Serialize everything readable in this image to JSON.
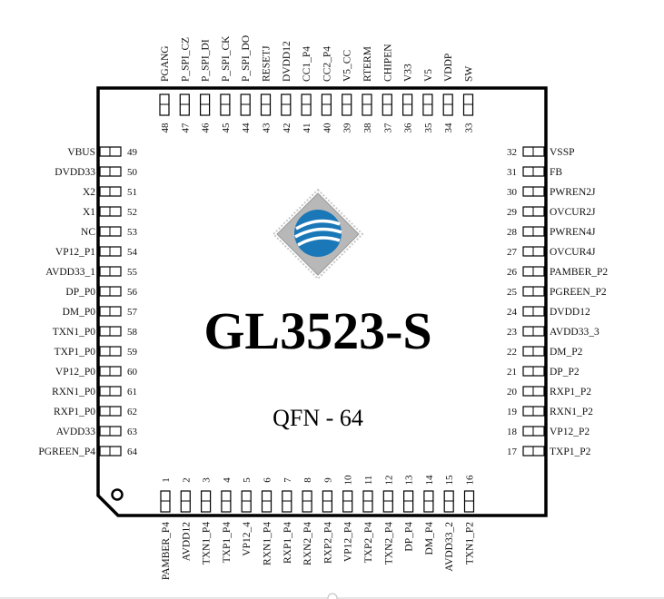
{
  "chip": {
    "part_number": "GL3523-S",
    "package": "QFN - 64"
  },
  "colors": {
    "outline": "#000000",
    "logo_diamond": "#b8b8b8",
    "logo_globe": "#1a77b8"
  },
  "pins": {
    "left": [
      {
        "num": "49",
        "label": "VBUS"
      },
      {
        "num": "50",
        "label": "DVDD33"
      },
      {
        "num": "51",
        "label": "X2"
      },
      {
        "num": "52",
        "label": "X1"
      },
      {
        "num": "53",
        "label": "NC"
      },
      {
        "num": "54",
        "label": "VP12_P1"
      },
      {
        "num": "55",
        "label": "AVDD33_1"
      },
      {
        "num": "56",
        "label": "DP_P0"
      },
      {
        "num": "57",
        "label": "DM_P0"
      },
      {
        "num": "58",
        "label": "TXN1_P0"
      },
      {
        "num": "59",
        "label": "TXP1_P0"
      },
      {
        "num": "60",
        "label": "VP12_P0"
      },
      {
        "num": "61",
        "label": "RXN1_P0"
      },
      {
        "num": "62",
        "label": "RXP1_P0"
      },
      {
        "num": "63",
        "label": "AVDD33"
      },
      {
        "num": "64",
        "label": "PGREEN_P4"
      }
    ],
    "right": [
      {
        "num": "32",
        "label": "VSSP"
      },
      {
        "num": "31",
        "label": "FB"
      },
      {
        "num": "30",
        "label": "PWREN2J"
      },
      {
        "num": "29",
        "label": "OVCUR2J"
      },
      {
        "num": "28",
        "label": "PWREN4J"
      },
      {
        "num": "27",
        "label": "OVCUR4J"
      },
      {
        "num": "26",
        "label": "PAMBER_P2"
      },
      {
        "num": "25",
        "label": "PGREEN_P2"
      },
      {
        "num": "24",
        "label": "DVDD12"
      },
      {
        "num": "23",
        "label": "AVDD33_3"
      },
      {
        "num": "22",
        "label": "DM_P2"
      },
      {
        "num": "21",
        "label": "DP_P2"
      },
      {
        "num": "20",
        "label": "RXP1_P2"
      },
      {
        "num": "19",
        "label": "RXN1_P2"
      },
      {
        "num": "18",
        "label": "VP12_P2"
      },
      {
        "num": "17",
        "label": "TXP1_P2"
      }
    ],
    "top": [
      {
        "num": "48",
        "label": "PGANG"
      },
      {
        "num": "47",
        "label": "P_SPI_CZ"
      },
      {
        "num": "46",
        "label": "P_SPI_DI"
      },
      {
        "num": "45",
        "label": "P_SPI_CK"
      },
      {
        "num": "44",
        "label": "P_SPI_DO"
      },
      {
        "num": "43",
        "label": "RESETJ"
      },
      {
        "num": "42",
        "label": "DVDD12"
      },
      {
        "num": "41",
        "label": "CC1_P4"
      },
      {
        "num": "40",
        "label": "CC2_P4"
      },
      {
        "num": "39",
        "label": "V5_CC"
      },
      {
        "num": "38",
        "label": "RTERM"
      },
      {
        "num": "37",
        "label": "CHIPEN"
      },
      {
        "num": "36",
        "label": "V33"
      },
      {
        "num": "35",
        "label": "V5"
      },
      {
        "num": "34",
        "label": "VDDP"
      },
      {
        "num": "33",
        "label": "SW"
      }
    ],
    "bottom": [
      {
        "num": "1",
        "label": "PAMBER_P4"
      },
      {
        "num": "2",
        "label": "AVDD12"
      },
      {
        "num": "3",
        "label": "TXN1_P4"
      },
      {
        "num": "4",
        "label": "TXP1_P4"
      },
      {
        "num": "5",
        "label": "VP12_4"
      },
      {
        "num": "6",
        "label": "RXN1_P4"
      },
      {
        "num": "7",
        "label": "RXP1_P4"
      },
      {
        "num": "8",
        "label": "RXN2_P4"
      },
      {
        "num": "9",
        "label": "RXP2_P4"
      },
      {
        "num": "10",
        "label": "VP12_P4"
      },
      {
        "num": "11",
        "label": "TXP2_P4"
      },
      {
        "num": "12",
        "label": "TXN2_P4"
      },
      {
        "num": "13",
        "label": "DP_P4"
      },
      {
        "num": "14",
        "label": "DM_P4"
      },
      {
        "num": "15",
        "label": "AVDD33_2"
      },
      {
        "num": "16",
        "label": "TXN1_P2"
      }
    ]
  }
}
